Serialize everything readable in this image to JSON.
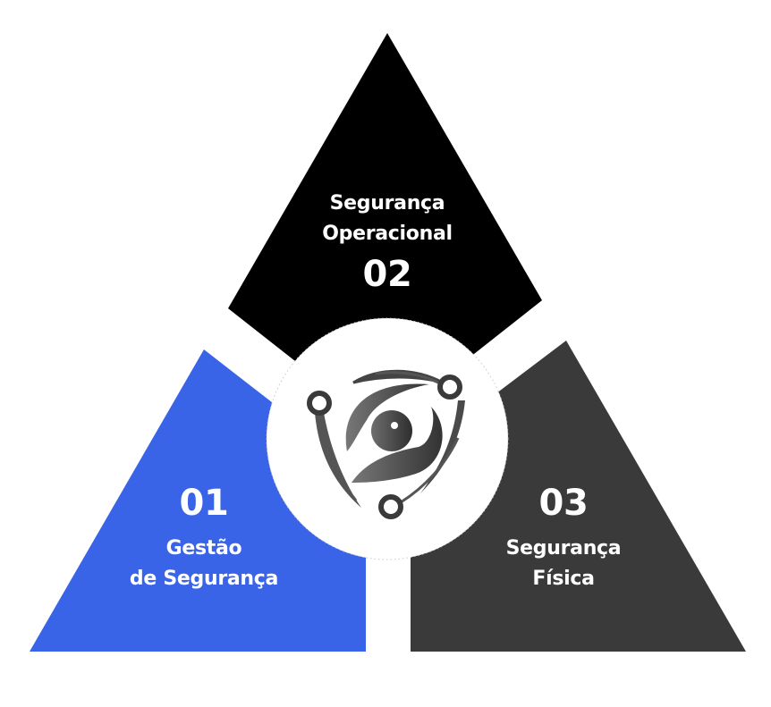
{
  "colors": {
    "segment_01": "#3A64E8",
    "segment_02": "#000000",
    "segment_03": "#3A3A3A",
    "center_circle": "#FFFFFF",
    "text": "#FFFFFF",
    "logo_dark": "#3C3C3C",
    "logo_mid": "#6A6A6A"
  },
  "segments": [
    {
      "id": "01",
      "number": "01",
      "line1": "Gestão",
      "line2": "de Segurança",
      "position": "bottom-left"
    },
    {
      "id": "02",
      "number": "02",
      "line1": "Segurança",
      "line2": "Operacional",
      "position": "top"
    },
    {
      "id": "03",
      "number": "03",
      "line1": "Segurança",
      "line2": "Física",
      "position": "bottom-right"
    }
  ],
  "center": {
    "logo_icon": "shield-eye-circuit-icon"
  }
}
